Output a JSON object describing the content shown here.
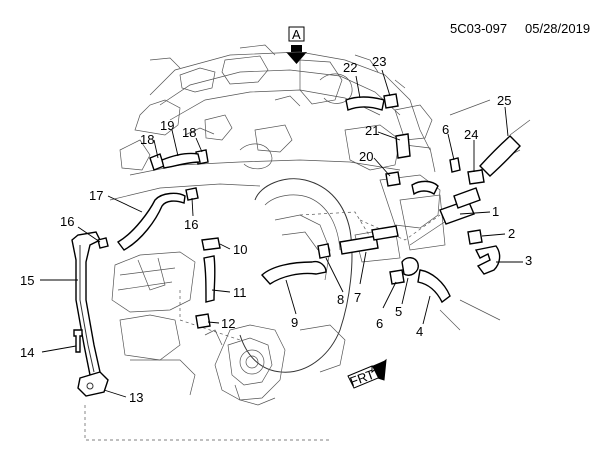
{
  "header": {
    "doc_id": "5C03-097",
    "date": "05/28/2019"
  },
  "view_marker": "A",
  "front_marker": "FRT",
  "callouts": [
    "1",
    "2",
    "3",
    "4",
    "5",
    "6",
    "7",
    "8",
    "9",
    "10",
    "11",
    "12",
    "13",
    "14",
    "15",
    "16",
    "17",
    "18",
    "19",
    "20",
    "21",
    "22",
    "23",
    "24",
    "25"
  ]
}
